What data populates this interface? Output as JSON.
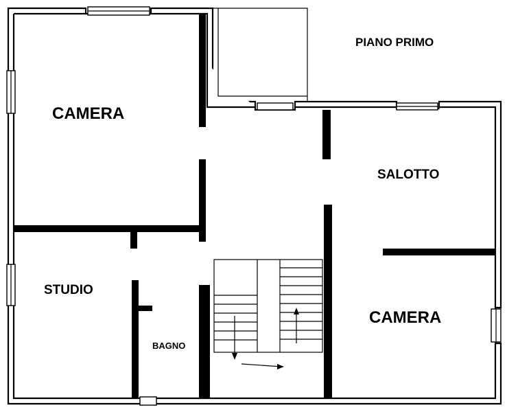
{
  "plan": {
    "floor_label": "PIANO PRIMO",
    "rooms": {
      "camera_top": "CAMERA",
      "salotto": "SALOTTO",
      "studio": "STUDIO",
      "bagno": "BAGNO",
      "camera_bottom": "CAMERA"
    }
  }
}
